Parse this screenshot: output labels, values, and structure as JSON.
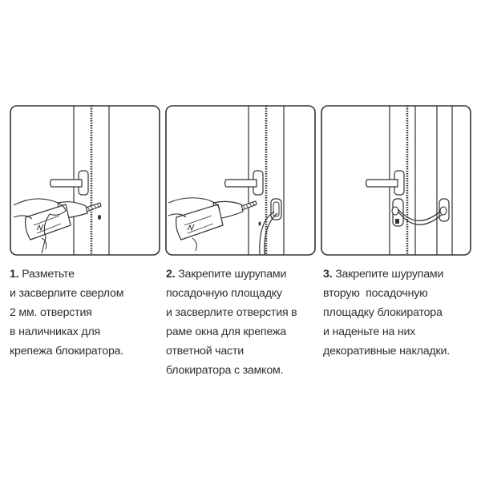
{
  "steps": [
    {
      "number": "1.",
      "lines": [
        "Разметьте",
        "и засверлите сверлом",
        "2 мм. отверстия",
        "в наличниках для",
        "крепежа блокиратора."
      ]
    },
    {
      "number": "2.",
      "lines": [
        "Закрепите шурупами",
        "посадочную площадку",
        "и засверлите отверстия в",
        "раме окна для крепежа",
        "ответной части",
        "блокиратора с замком."
      ]
    },
    {
      "number": "3.",
      "lines": [
        "Закрепите шурупами",
        "вторую  посадочную",
        "площадку блокиратора",
        "и наденьте на них",
        "декоративные накладки."
      ]
    }
  ],
  "illustrations": [
    {
      "name": "drill-window-frame",
      "stroke": "#333333"
    },
    {
      "name": "drill-with-mounted-pad",
      "stroke": "#333333"
    },
    {
      "name": "installed-cable-lock",
      "stroke": "#333333"
    }
  ]
}
